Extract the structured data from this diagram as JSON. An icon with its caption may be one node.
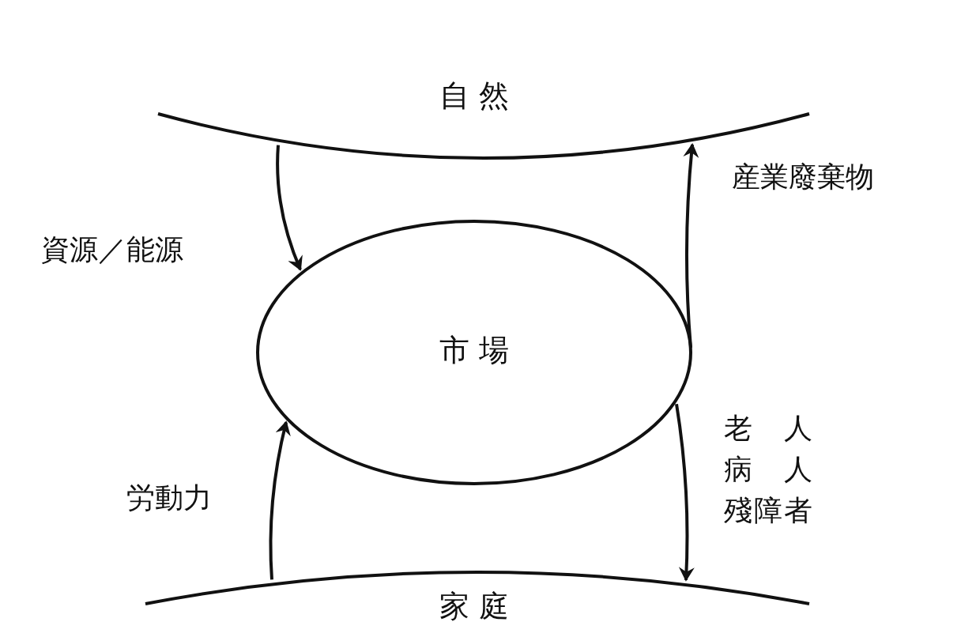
{
  "diagram": {
    "nodes": [
      {
        "text": [
          "自 然"
        ]
      },
      {
        "text": [
          "市 場"
        ]
      },
      {
        "text": [
          "家 庭"
        ]
      }
    ],
    "edges": [
      {
        "from": 0,
        "to": 1,
        "arrow": "to",
        "label": "資源／能源"
      },
      {
        "from": 1,
        "to": 0,
        "arrow": "to",
        "label": "産業廢棄物"
      },
      {
        "from": 2,
        "to": 1,
        "arrow": "to",
        "label": "労動力"
      },
      {
        "from": 1,
        "to": 2,
        "arrow": "to",
        "label": "老 人病 人殘障者"
      }
    ]
  }
}
